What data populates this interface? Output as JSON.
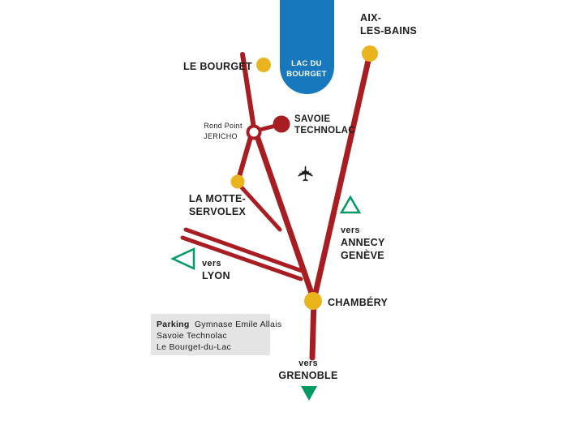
{
  "colors": {
    "road": "#a81d22",
    "lake": "#1878be",
    "node_yellow": "#eab41d",
    "node_red": "#a81d22",
    "green": "#019b62",
    "text": "#1d1d1b",
    "parking_bg": "#e4e4e4",
    "white": "#ffffff"
  },
  "lake": {
    "line1": "LAC DU",
    "line2": "BOURGET"
  },
  "labels": {
    "aix": {
      "line1": "AIX-",
      "line2": "LES-BAINS"
    },
    "le_bourget": "LE BOURGET",
    "rond_point": {
      "line1": "Rond Point",
      "line2": "JERICHO"
    },
    "savoie_technolac": {
      "line1": "SAVOIE",
      "line2": "TECHNOLAC"
    },
    "la_motte": {
      "line1": "LA MOTTE-",
      "line2": "SERVOLEX"
    },
    "annecy": {
      "vers": "vers",
      "line1": "ANNECY",
      "line2": "GENÈVE"
    },
    "lyon": {
      "vers": "vers",
      "line1": "LYON"
    },
    "chambery": "CHAMBÉRY",
    "grenoble": {
      "vers": "vers",
      "line1": "GRENOBLE"
    }
  },
  "parking": {
    "title": "Parking",
    "line1_rest": "Gymnase Emile Allais",
    "line2": "Savoie Technolac",
    "line3": "Le Bourget-du-Lac"
  }
}
